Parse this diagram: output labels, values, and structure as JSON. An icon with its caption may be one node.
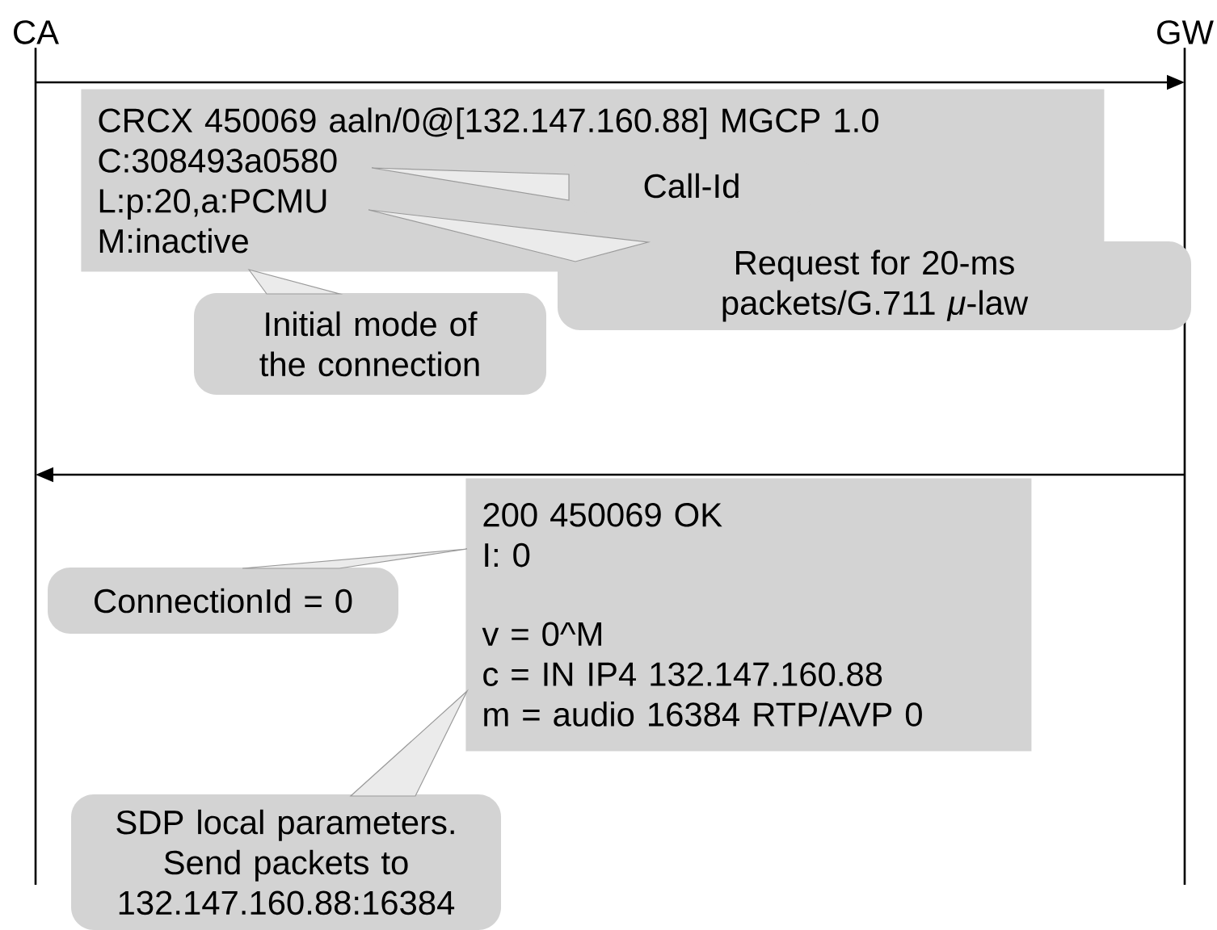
{
  "diagram": {
    "nodes": [
      {
        "text": [
          "CA"
        ]
      },
      {
        "text": [
          "GW"
        ]
      },
      {
        "text": [
          "CRCX 450069 aaln/0@[132.147.160.88] MGCP 1.0",
          "C:308493a0580",
          "L:p:20,a:PCMU",
          "M:inactive"
        ]
      },
      {
        "text": [
          "Call-Id"
        ],
        "in": 2
      },
      {
        "text": [
          "Request for 20-ms packets/G.711 *μ*-law"
        ]
      },
      {
        "text": [
          "Initial mode of the connection"
        ]
      },
      {
        "text": [
          "200 450069 OK",
          "I: 0",
          "v = 0^M",
          "c = IN IP4 132.147.160.88",
          "m = audio 16384 RTP/AVP 0"
        ]
      },
      {
        "text": [
          "ConnectionId = 0"
        ]
      },
      {
        "text": [
          "SDP local parameters. Send packets to 132.147.160.88:16384"
        ]
      }
    ],
    "edges": [
      {
        "from": 0,
        "to": 1,
        "arrow": "to"
      },
      {
        "from": 1,
        "to": 0,
        "arrow": "to"
      },
      {
        "from": 3,
        "to": 2,
        "arrow": "none",
        "color": "#9a9a9a"
      },
      {
        "from": 4,
        "to": 2,
        "arrow": "none",
        "color": "#9a9a9a"
      },
      {
        "from": 5,
        "to": 2,
        "arrow": "none",
        "color": "#9a9a9a"
      },
      {
        "from": 7,
        "to": 6,
        "arrow": "none",
        "color": "#9a9a9a"
      },
      {
        "from": 8,
        "to": 6,
        "arrow": "none",
        "color": "#9a9a9a"
      }
    ]
  }
}
